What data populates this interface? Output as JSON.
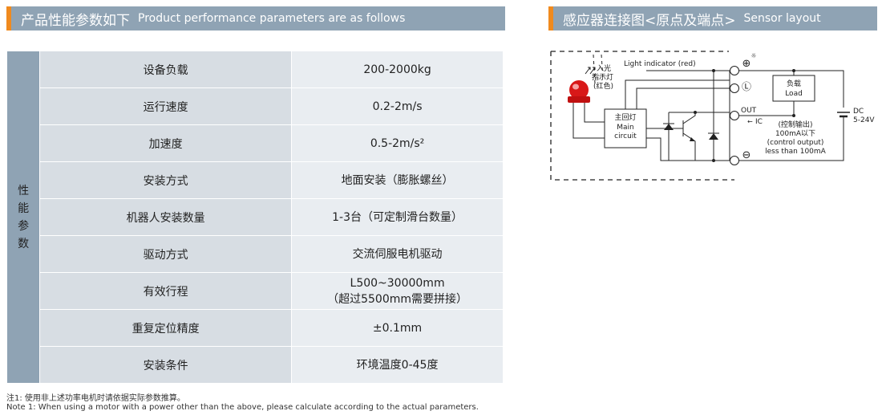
{
  "left_header": {
    "cn": "产品性能参数如下",
    "en": "Product performance parameters are as follows"
  },
  "right_header": {
    "cn": "感应器连接图<原点及端点>",
    "en": "Sensor layout"
  },
  "table": {
    "side_label": [
      "性",
      "能",
      "参",
      "数"
    ],
    "rows": [
      {
        "label": "设备负载",
        "value": [
          "200-2000kg"
        ]
      },
      {
        "label": "运行速度",
        "value": [
          "0.2-2m/s"
        ]
      },
      {
        "label": "加速度",
        "value": [
          "0.5-2m/s²"
        ]
      },
      {
        "label": "安装方式",
        "value": [
          "地面安装（膨胀螺丝）"
        ]
      },
      {
        "label": "机器人安装数量",
        "value": [
          "1-3台（可定制滑台数量）"
        ]
      },
      {
        "label": "驱动方式",
        "value": [
          "交流伺服电机驱动"
        ]
      },
      {
        "label": "有效行程",
        "value": [
          "L500~30000mm",
          "（超过5500mm需要拼接）"
        ]
      },
      {
        "label": "重复定位精度",
        "value": [
          "±0.1mm"
        ]
      },
      {
        "label": "安装条件",
        "value": [
          "环境温度0-45度"
        ]
      }
    ]
  },
  "notes": {
    "cn": "注1: 使用非上述功率电机时请依据实际参数推算。",
    "en": "Note 1: When using a motor with a power other than the above, please calculate according to the actual parameters."
  },
  "diagram": {
    "light_indicator": "Light indicator (red)",
    "incoming_light": [
      "入光",
      "指示灯",
      "(红色)"
    ],
    "main_circuit": [
      "主回灯",
      "Main",
      "circuit"
    ],
    "load": [
      "负载",
      "Load"
    ],
    "out": "OUT",
    "ic": "IC",
    "dc": [
      "DC",
      "5-24V"
    ],
    "control_output": [
      "(控制输出)",
      "100mA以下",
      "(control output)",
      "less than 100mA"
    ],
    "terminal_plus": "⊕",
    "terminal_l": "Ⓛ",
    "terminal_minus": "⊖",
    "sun_mark": "☼",
    "ic_arrow": "←"
  }
}
